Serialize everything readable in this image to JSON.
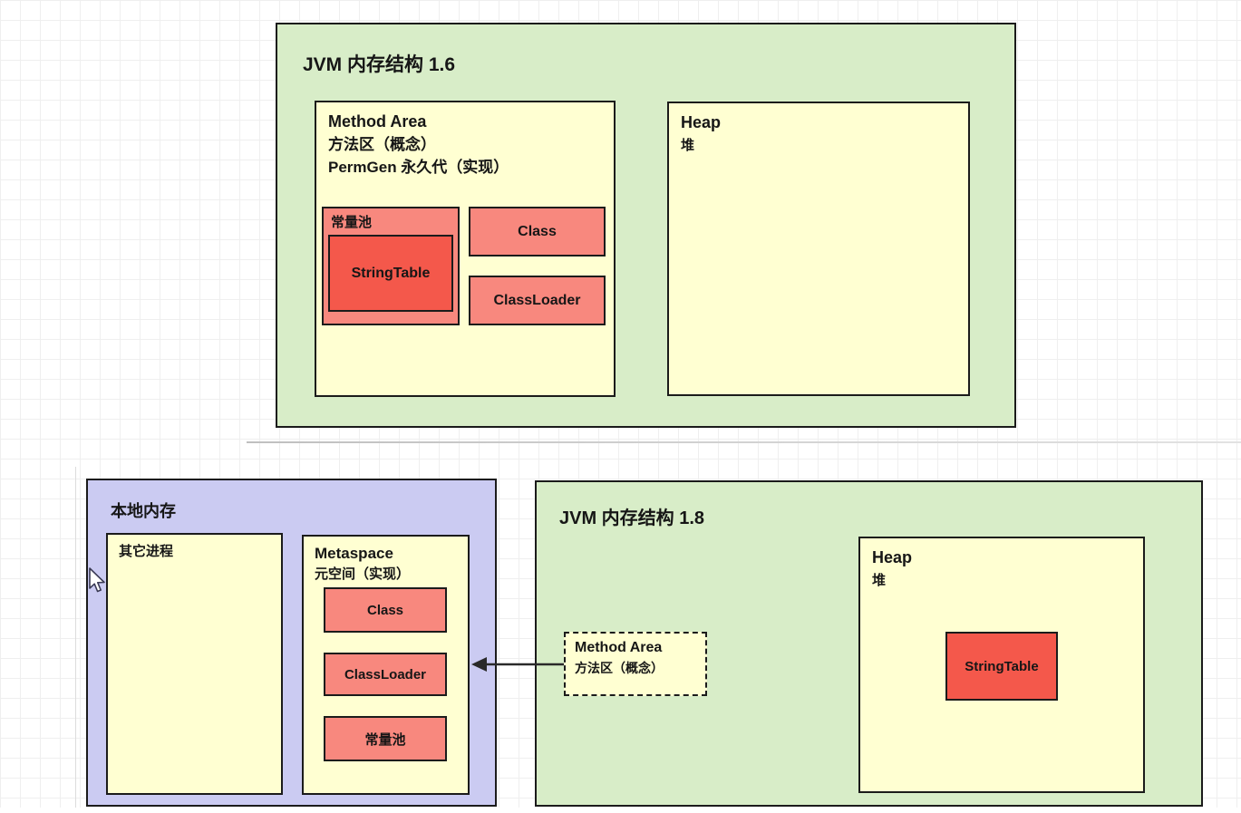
{
  "colors": {
    "group_green": "#d8edc8",
    "region_yellow": "#ffffd2",
    "block_salmon": "#f8887e",
    "block_red": "#f4584b",
    "native_purple": "#cbcbf2",
    "shape_border": "#1b1b1b",
    "grid_line": "#efefef",
    "page_divider": "#c9c9c9"
  },
  "icons": {
    "cursor": "arrow-pointer-icon",
    "connector": "arrow-left-icon"
  },
  "jvm16": {
    "title": "JVM 内存结构 1.6",
    "method_area": {
      "line1": "Method Area",
      "line2": "方法区（概念）",
      "line3": "PermGen 永久代（实现）",
      "constant_pool": {
        "label": "常量池",
        "string_table": "StringTable"
      },
      "class_block": "Class",
      "classloader_block": "ClassLoader"
    },
    "heap": {
      "line1": "Heap",
      "line2": "堆"
    }
  },
  "native_memory": {
    "title": "本地内存",
    "other_process": "其它进程",
    "metaspace": {
      "line1": "Metaspace",
      "line2": "元空间（实现）",
      "class_block": "Class",
      "classloader_block": "ClassLoader",
      "constant_pool_block": "常量池"
    }
  },
  "jvm18": {
    "title": "JVM 内存结构 1.8",
    "method_area": {
      "line1": "Method Area",
      "line2": "方法区（概念）"
    },
    "heap": {
      "line1": "Heap",
      "line2": "堆",
      "string_table": "StringTable"
    }
  }
}
